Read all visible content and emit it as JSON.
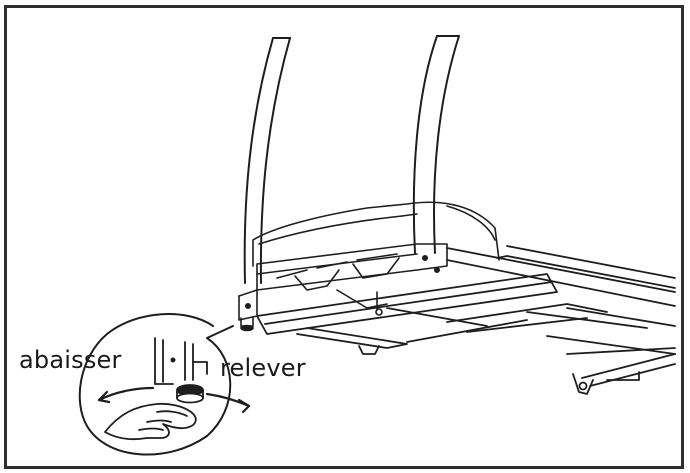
{
  "labels": {
    "lower": "abaisser",
    "raise": "relever"
  },
  "icons": [
    "treadmill-line-drawing",
    "leveling-foot-detail",
    "hand-icon",
    "rotate-arrow-icon"
  ]
}
